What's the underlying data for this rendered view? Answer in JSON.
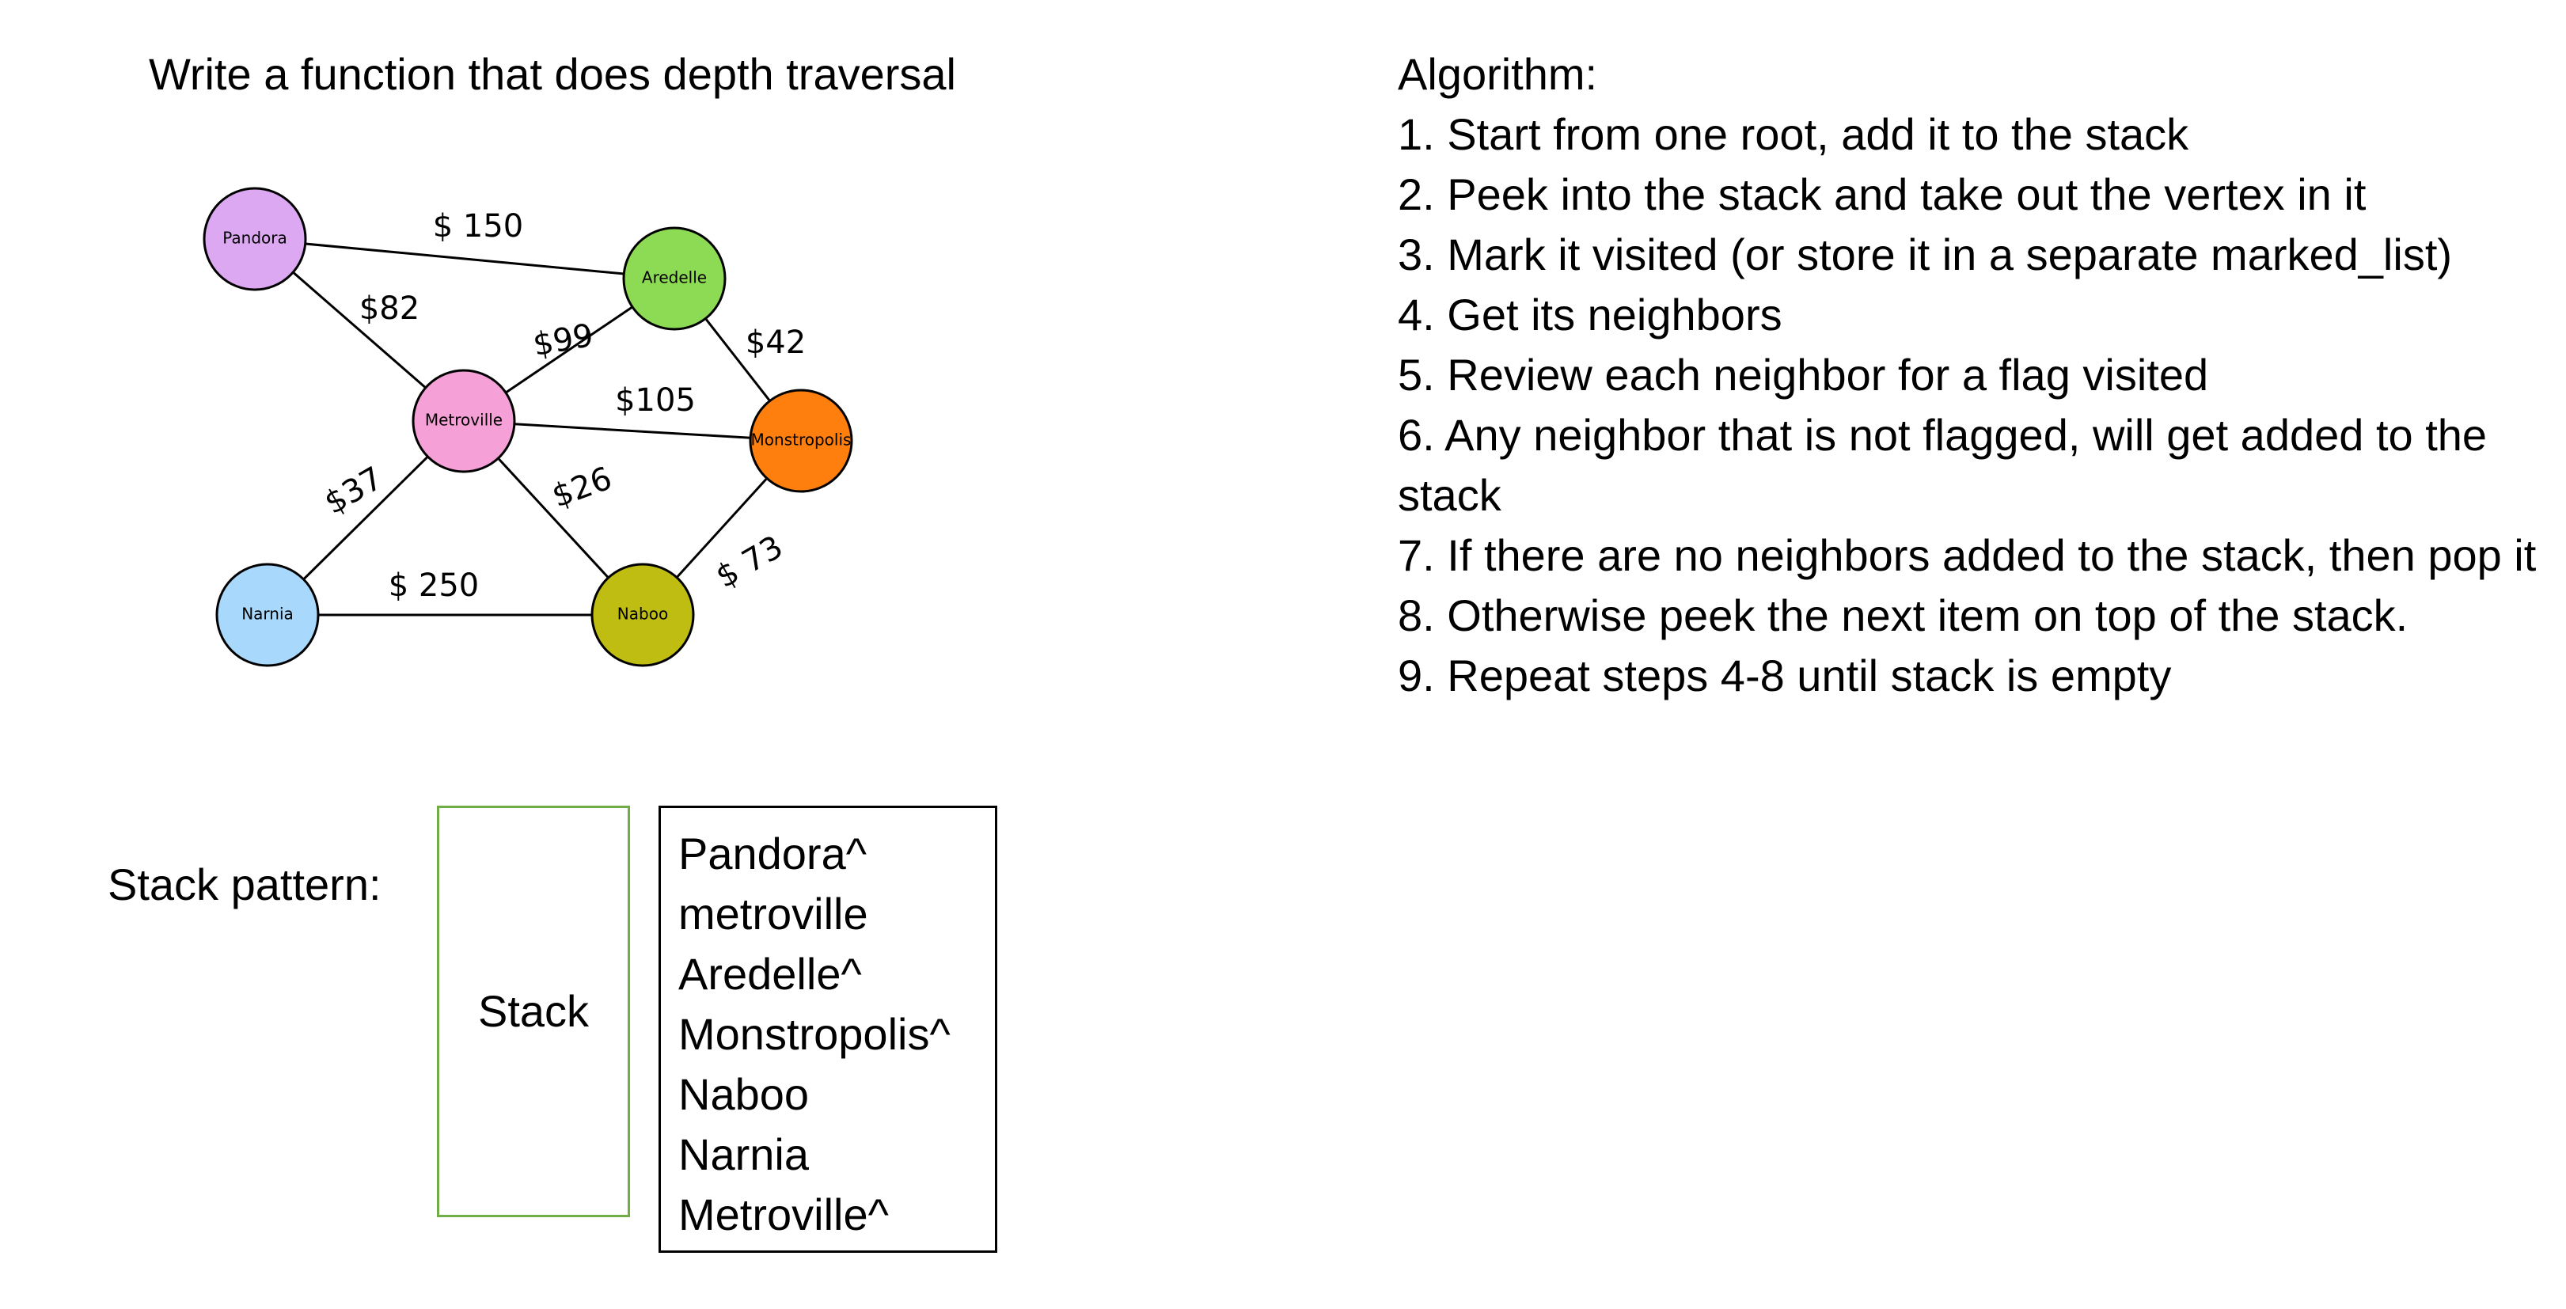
{
  "heading": "Write a function that does depth traversal",
  "graph": {
    "nodes": [
      {
        "id": "pandora",
        "label": "Pandora",
        "color": "#dca8f2"
      },
      {
        "id": "aredelle",
        "label": "Aredelle",
        "color": "#8ddb55"
      },
      {
        "id": "metroville",
        "label": "Metroville",
        "color": "#f5a0d6"
      },
      {
        "id": "monstropolis",
        "label": "Monstropolis",
        "color": "#ff7f0e"
      },
      {
        "id": "narnia",
        "label": "Narnia",
        "color": "#a8d8fb"
      },
      {
        "id": "naboo",
        "label": "Naboo",
        "color": "#bfbd11"
      }
    ],
    "edges": [
      {
        "from": "pandora",
        "to": "aredelle",
        "label": "$ 150"
      },
      {
        "from": "pandora",
        "to": "metroville",
        "label": "$82"
      },
      {
        "from": "metroville",
        "to": "aredelle",
        "label": "$99"
      },
      {
        "from": "aredelle",
        "to": "monstropolis",
        "label": "$42"
      },
      {
        "from": "metroville",
        "to": "monstropolis",
        "label": "$105"
      },
      {
        "from": "metroville",
        "to": "naboo",
        "label": "$26"
      },
      {
        "from": "metroville",
        "to": "narnia",
        "label": "$37"
      },
      {
        "from": "narnia",
        "to": "naboo",
        "label": "$ 250"
      },
      {
        "from": "naboo",
        "to": "monstropolis",
        "label": "$ 73"
      }
    ]
  },
  "algorithm": {
    "title": "Algorithm:",
    "steps": [
      "1. Start from one root, add it to the stack",
      "2. Peek into the stack and take out the vertex in it",
      "3. Mark it visited (or store it in a separate marked_list)",
      "4. Get its neighbors",
      "5. Review each neighbor for a flag visited",
      "6. Any neighbor that is not flagged, will get added to the stack",
      "7. If there are no neighbors added to the stack, then pop it",
      "8. Otherwise peek the next item on top of the stack.",
      "9. Repeat steps 4-8 until stack is empty"
    ]
  },
  "stack_pattern": {
    "label": "Stack pattern:",
    "stack_label": "Stack",
    "items": [
      "Pandora^",
      "metroville",
      "Aredelle^",
      "Monstropolis^",
      "Naboo",
      "Narnia",
      "Metroville^"
    ]
  }
}
